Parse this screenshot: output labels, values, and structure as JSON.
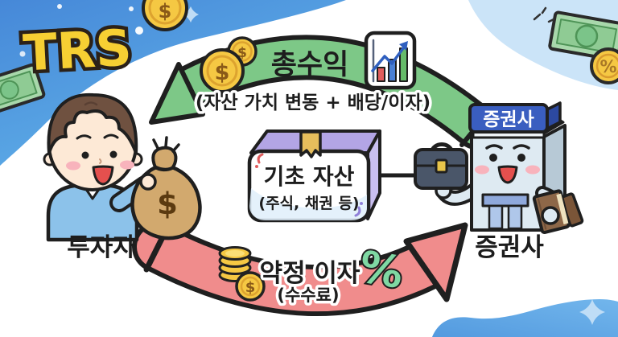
{
  "title": "TRS",
  "top_flow": {
    "label": "총수익",
    "description": "(자산 가치 변동 + 배당/이자)"
  },
  "bottom_flow": {
    "label": "약정 이자",
    "description": "(수수료)",
    "percent": "%"
  },
  "asset_box": {
    "title": "기초 자산",
    "subtitle": "(주식, 채권 등)"
  },
  "investor": {
    "label": "투자자"
  },
  "broker": {
    "sign": "증권사",
    "label": "증권사"
  },
  "symbols": {
    "dollar": "$",
    "percent": "%"
  },
  "colors": {
    "background_blue": "#4B90DB",
    "sky_light": "#CBE4F8",
    "arrow_green": "#7DC887",
    "arrow_red": "#F08C8C",
    "title_yellow": "#F6CF33",
    "coin_gold": "#F5C843",
    "box_purple": "#B3A5E5",
    "sign_blue": "#3A5EC0",
    "percent_green": "#7FD8A3"
  }
}
